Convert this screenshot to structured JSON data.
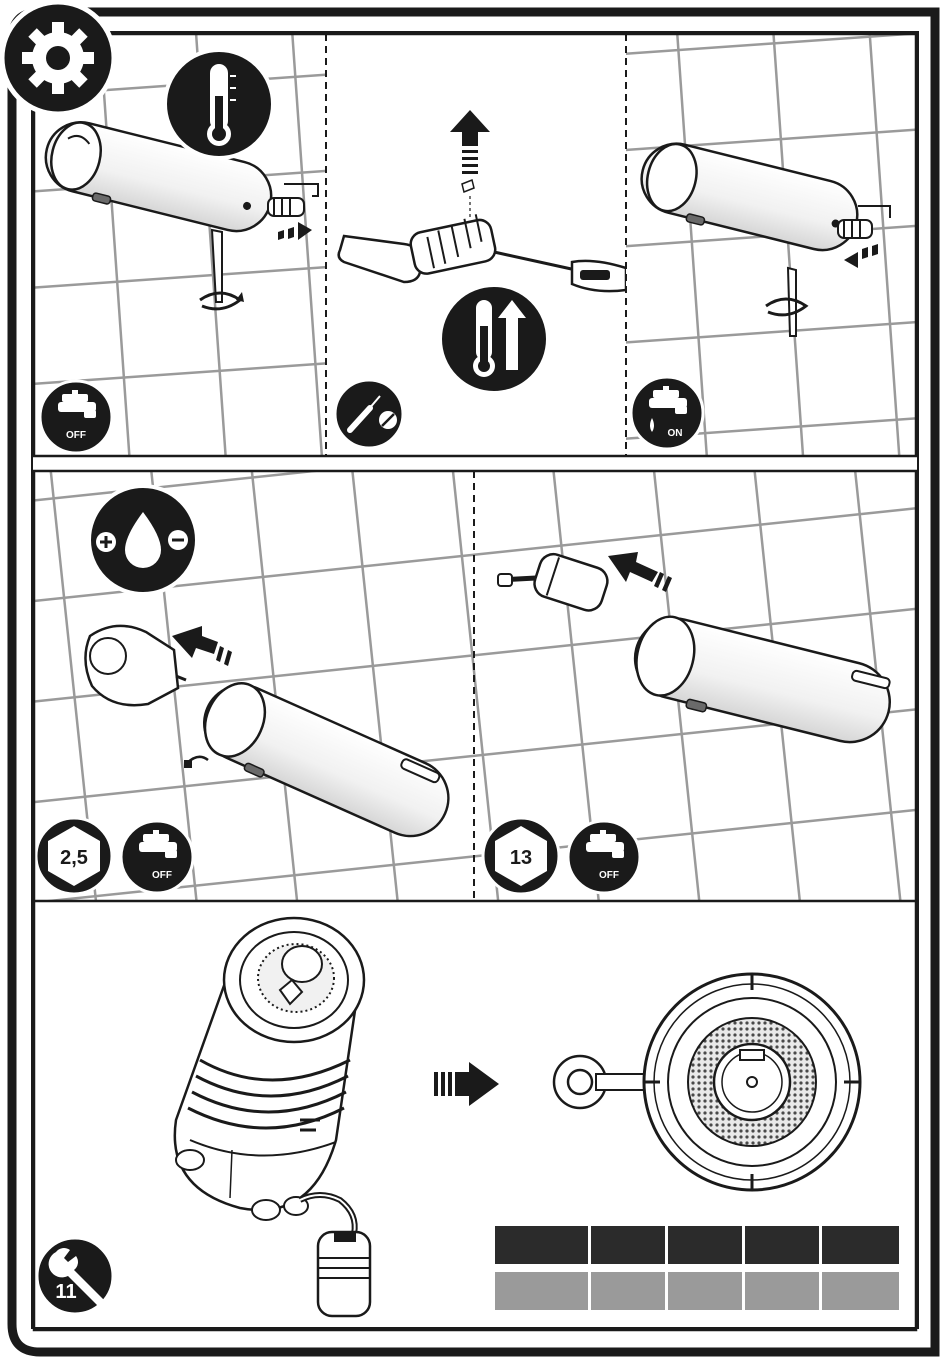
{
  "panels": {
    "step1": {
      "tap_state": "OFF"
    },
    "step3": {
      "tap_state": "ON"
    },
    "step4": {
      "hex_size": "2,5",
      "tap_state": "OFF"
    },
    "step5": {
      "hex_size": "13",
      "tap_state": "OFF"
    },
    "step6": {
      "wrench_size": "11"
    }
  },
  "icons": {
    "settings": "gear-icon",
    "temperature": "thermometer-icon",
    "temperature_increase": "thermometer-up-icon",
    "screwdriver": "screwdriver-icon",
    "flow_adjust": "water-drop-plus-minus-icon",
    "tap": "tap-icon",
    "wrench": "wrench-icon",
    "hex_key": "hex-key-icon"
  },
  "colors": {
    "ink": "#1a1a1a",
    "tile_grid": "#999999",
    "legend_dark": "#2b2b2b",
    "legend_light": "#9a9a9a",
    "paper": "#ffffff"
  }
}
